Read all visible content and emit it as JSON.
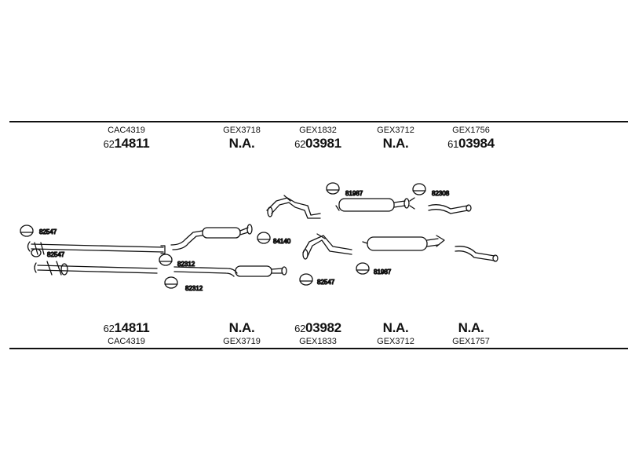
{
  "top_row": [
    {
      "ref": "CAC4319",
      "num_prefix": "62",
      "num_main": "14811"
    },
    {
      "ref": "GEX3718",
      "num_prefix": "",
      "num_main": "N.A."
    },
    {
      "ref": "GEX1832",
      "num_prefix": "62",
      "num_main": "03981"
    },
    {
      "ref": "GEX3712",
      "num_prefix": "",
      "num_main": "N.A."
    },
    {
      "ref": "GEX1756",
      "num_prefix": "61",
      "num_main": "03984"
    }
  ],
  "bottom_row": [
    {
      "ref": "CAC4319",
      "num_prefix": "62",
      "num_main": "14811"
    },
    {
      "ref": "GEX3719",
      "num_prefix": "",
      "num_main": "N.A."
    },
    {
      "ref": "GEX1833",
      "num_prefix": "62",
      "num_main": "03982"
    },
    {
      "ref": "GEX3712",
      "num_prefix": "",
      "num_main": "N.A."
    },
    {
      "ref": "GEX1757",
      "num_prefix": "",
      "num_main": "N.A."
    }
  ],
  "component_labels": {
    "clamp_82547_a": "82547",
    "clamp_82547_b": "82547",
    "clamp_82312_a": "82312",
    "clamp_82312_b": "82312",
    "clamp_84140": "84140",
    "clamp_82547_c": "82547",
    "clamp_81987_a": "81987",
    "clamp_82308": "82308",
    "clamp_81987_b": "81987"
  }
}
